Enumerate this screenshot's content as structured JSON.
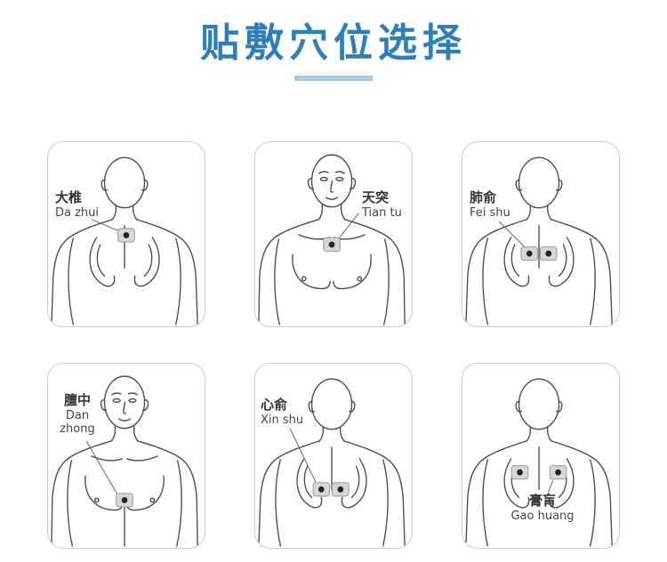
{
  "title": "贴敷穴位选择",
  "colors": {
    "title_blue": "#2e7eb8",
    "underline_blue": "#aacbdd"
  },
  "panels": [
    {
      "id": "dazhui",
      "cn": "大椎",
      "en": "Da zhui",
      "view": "back",
      "patch_count": 1
    },
    {
      "id": "tiantu",
      "cn": "天突",
      "en": "Tian tu",
      "view": "front",
      "patch_count": 1
    },
    {
      "id": "feishu",
      "cn": "肺俞",
      "en": "Fei shu",
      "view": "back",
      "patch_count": 2
    },
    {
      "id": "danzhong",
      "cn": "膻中",
      "en": "Dan zhong",
      "view": "front",
      "patch_count": 1
    },
    {
      "id": "xinshu",
      "cn": "心俞",
      "en": "Xin shu",
      "view": "back",
      "patch_count": 2
    },
    {
      "id": "gaohuang",
      "cn": "膏肓",
      "en": "Gao huang",
      "view": "back",
      "patch_count": 2
    }
  ]
}
